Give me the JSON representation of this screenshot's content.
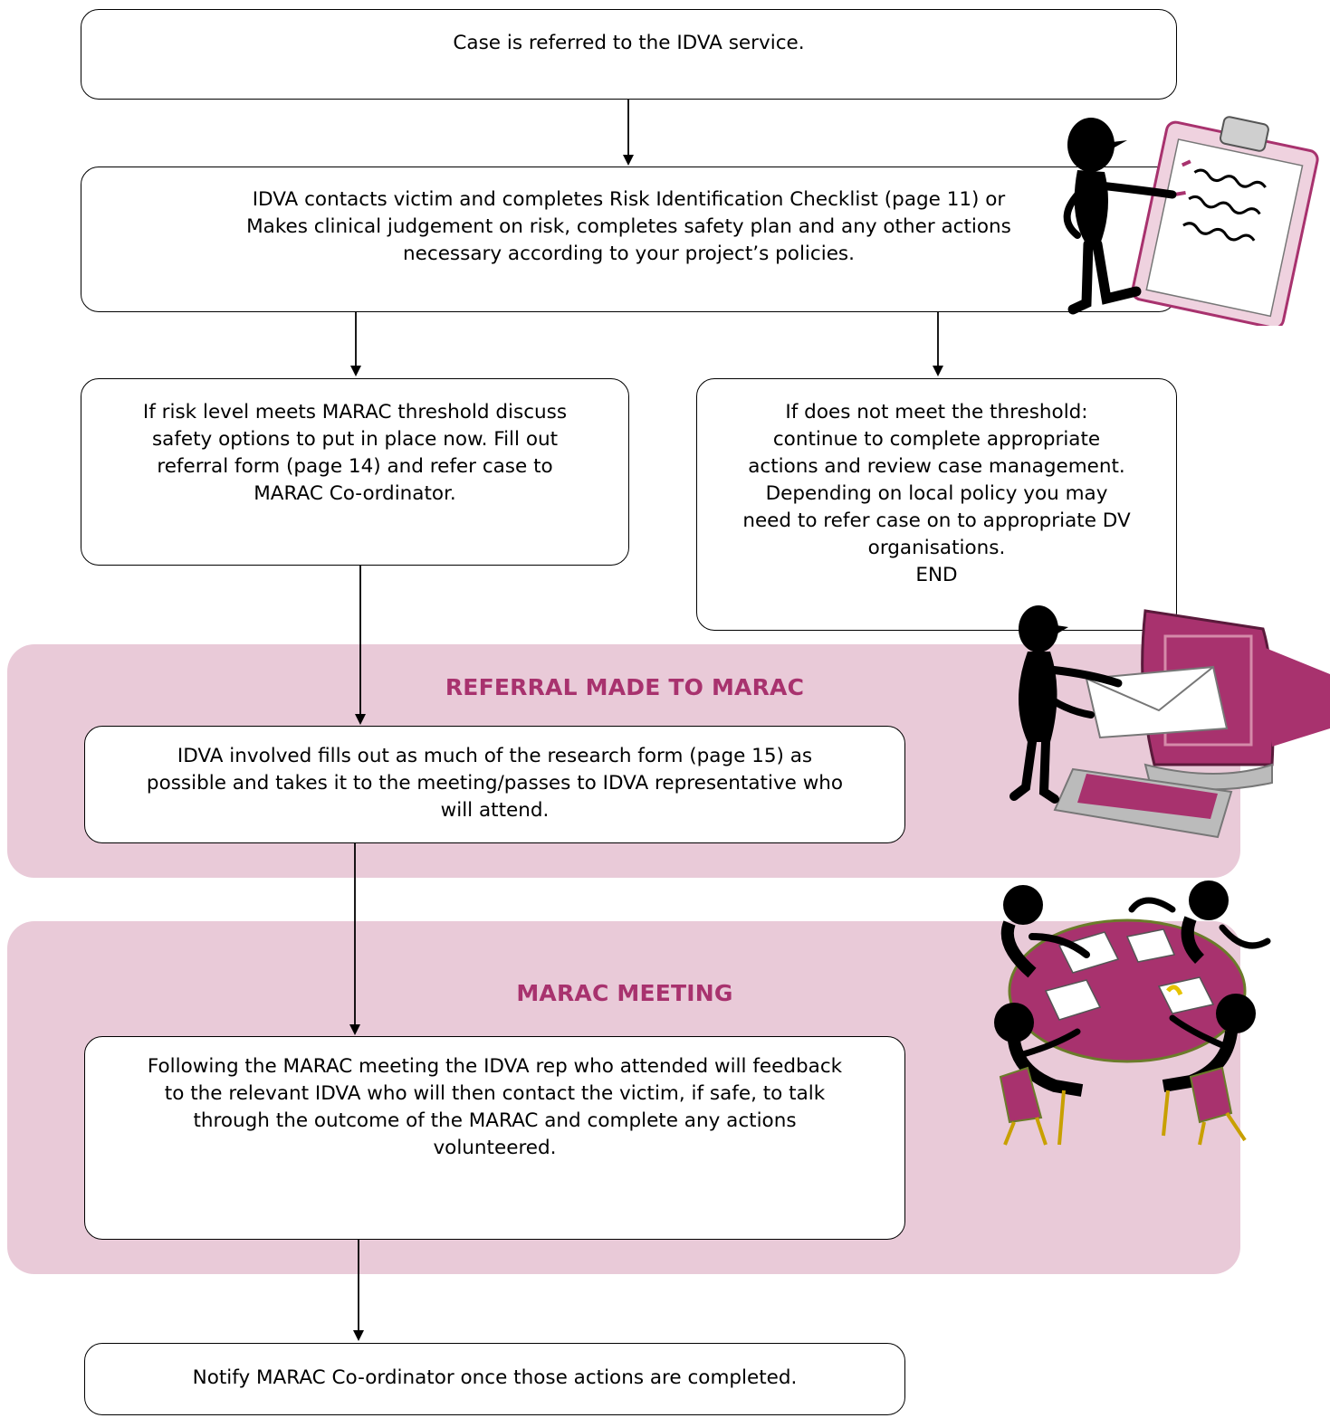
{
  "steps": {
    "referred": "Case is referred to the IDVA service.",
    "contact": "IDVA contacts victim and completes Risk Identification Checklist (page 11) or\nMakes clinical judgement on risk, completes safety plan and any other actions\nnecessary according to your project’s policies.",
    "meets_threshold": "If risk level meets MARAC threshold discuss\nsafety options to put in place now. Fill out\nreferral form (page 14) and refer case to\nMARAC Co-ordinator.",
    "not_threshold": "If does not meet the threshold:\ncontinue to complete appropriate\nactions and review case management.\nDepending on local policy you may\nneed to refer case on to appropriate DV\norganisations.\nEND",
    "research_form": "IDVA involved fills out as much of the research form (page 15) as\npossible and takes it to the meeting/passes to IDVA representative who\nwill attend.",
    "feedback": "Following the MARAC meeting the IDVA rep who attended will feedback\nto the relevant IDVA who will then contact the victim, if safe, to talk\nthrough the outcome of the MARAC and complete any actions\nvolunteered.",
    "notify": "Notify MARAC Co-ordinator once those actions are completed."
  },
  "sections": {
    "referral_title": "REFERRAL MADE TO MARAC",
    "meeting_title": "MARAC MEETING"
  },
  "colors": {
    "band": "#e9cad8",
    "accent": "#a8326e",
    "figure": "#000000"
  },
  "icons": [
    "clipboard-figure-icon",
    "computer-figure-icon",
    "meeting-table-icon"
  ]
}
